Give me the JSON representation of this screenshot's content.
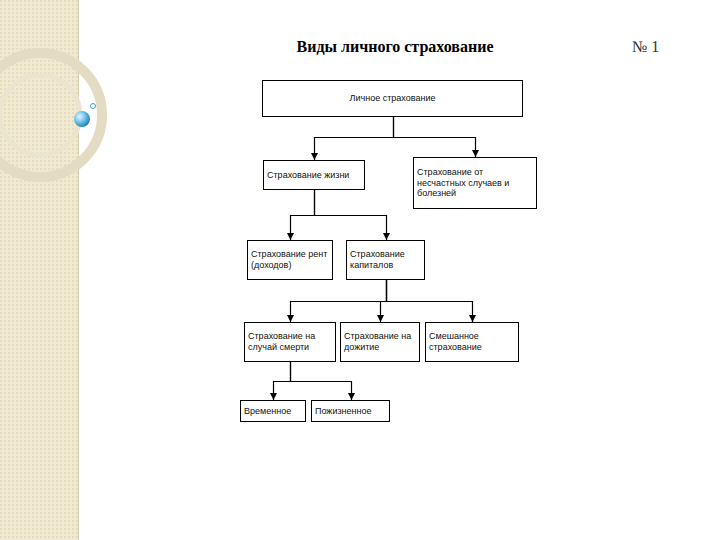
{
  "diagram": {
    "title": "Виды личного страхование",
    "nodes": [
      {
        "text": [
          "Личное страхование"
        ]
      },
      {
        "text": [
          "Страхование жизни"
        ]
      },
      {
        "text": [
          "Страхование от несчастных случаев и болезней"
        ]
      },
      {
        "text": [
          "Страхование рент (доходов)"
        ]
      },
      {
        "text": [
          "Страхование капиталов"
        ]
      },
      {
        "text": [
          "Страхование на случай смерти"
        ]
      },
      {
        "text": [
          "Страхование на дожитие"
        ]
      },
      {
        "text": [
          "Смешанное страхование"
        ]
      },
      {
        "text": [
          "Временное"
        ]
      },
      {
        "text": [
          "Пожизненное"
        ]
      }
    ],
    "edges": [
      {
        "from": 0,
        "to": 1,
        "arrow": "to"
      },
      {
        "from": 0,
        "to": 2,
        "arrow": "to"
      },
      {
        "from": 1,
        "to": 3,
        "arrow": "to"
      },
      {
        "from": 1,
        "to": 4,
        "arrow": "to"
      },
      {
        "from": 4,
        "to": 5,
        "arrow": "to"
      },
      {
        "from": 4,
        "to": 6,
        "arrow": "to"
      },
      {
        "from": 4,
        "to": 7,
        "arrow": "to"
      },
      {
        "from": 5,
        "to": 8,
        "arrow": "to"
      },
      {
        "from": 5,
        "to": 9,
        "arrow": "to"
      }
    ],
    "labels": [
      "№ 1"
    ]
  }
}
